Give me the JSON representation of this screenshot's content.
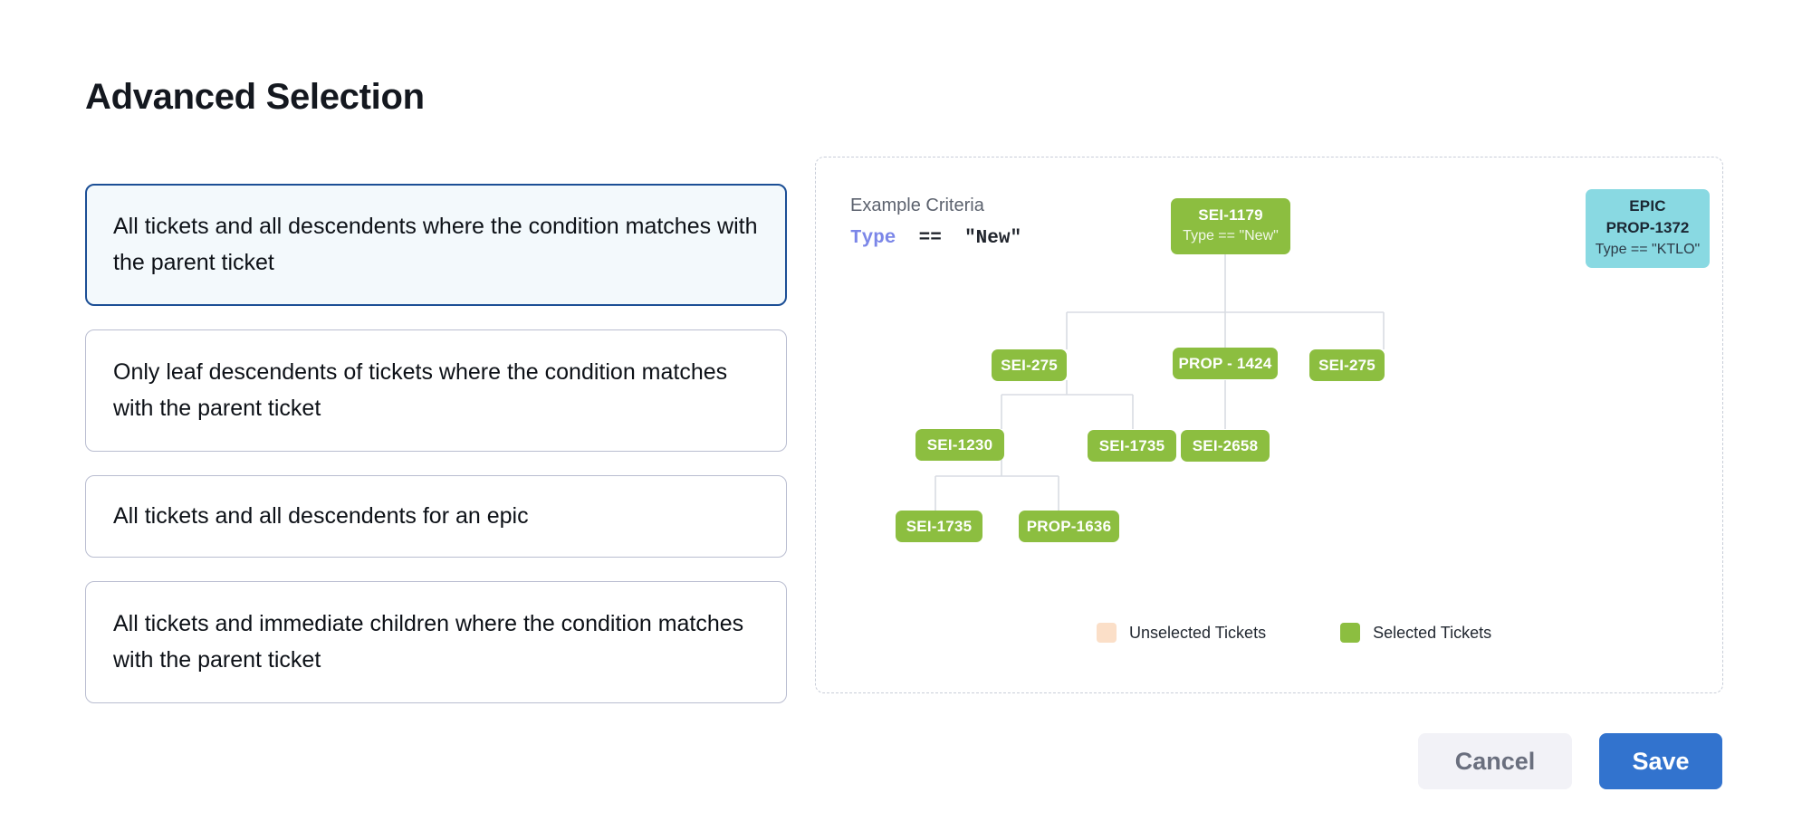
{
  "page": {
    "title": "Advanced Selection"
  },
  "options": [
    {
      "label": "All tickets and all descendents where the condition matches with the parent ticket",
      "selected": true
    },
    {
      "label": "Only leaf descendents of tickets where the condition matches with the parent ticket",
      "selected": false
    },
    {
      "label": "All tickets and all descendents for an epic",
      "selected": false
    },
    {
      "label": "All tickets and immediate children where the condition matches with the parent ticket",
      "selected": false
    }
  ],
  "diagram": {
    "criteria_label": "Example Criteria",
    "criteria_field": "Type",
    "criteria_operator": "==",
    "criteria_value": "\"New\"",
    "nodes": {
      "root": {
        "title": "SEI-1179",
        "subtitle": "Type == \"New\""
      },
      "epic": {
        "kicker": "EPIC",
        "title": "PROP-1372",
        "subtitle": "Type == \"KTLO\""
      },
      "child_a": {
        "title": "SEI-275"
      },
      "child_b": {
        "title": "PROP - 1424"
      },
      "child_c": {
        "title": "SEI-275"
      },
      "gc_a": {
        "title": "SEI-1230"
      },
      "gc_b": {
        "title": "SEI-1735"
      },
      "gc_c": {
        "title": "SEI-2658"
      },
      "ggc_a": {
        "title": "SEI-1735"
      },
      "ggc_b": {
        "title": "PROP-1636"
      }
    },
    "legend": [
      {
        "label": "Unselected Tickets",
        "color": "#fbdfc8"
      },
      {
        "label": "Selected Tickets",
        "color": "#8cbe40"
      }
    ]
  },
  "footer": {
    "cancel_label": "Cancel",
    "save_label": "Save"
  },
  "colors": {
    "selected_node": "#8cbe40",
    "epic_node": "#89d9e2",
    "unselected_node": "#fbdfc8",
    "primary_button": "#3273ce",
    "selected_card_border": "#1c4f96",
    "selected_card_bg": "#f3f9fc",
    "criteria_field": "#7b86e8",
    "connector_line": "#d8dce3"
  }
}
